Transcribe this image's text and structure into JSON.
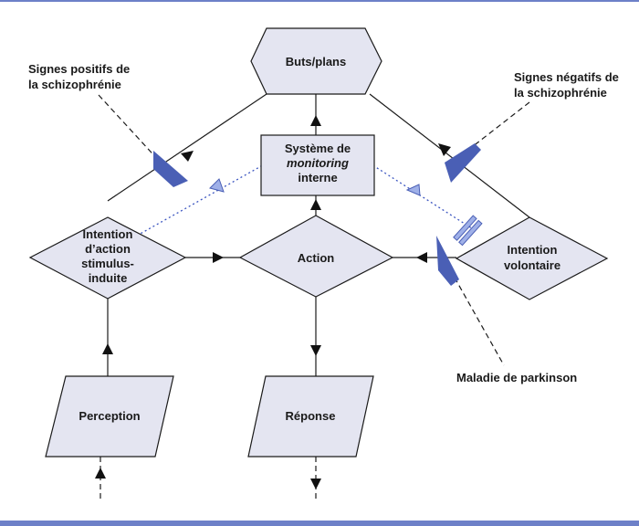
{
  "colors": {
    "frame": "#6d80c8",
    "node_fill": "#e4e5f1",
    "lesion": "#4a5fb5",
    "feedback": "#3b55c0"
  },
  "nodes": {
    "goals": "Buts/plans",
    "monitoring_line1": "Système de",
    "monitoring_line2": "monitoring",
    "monitoring_line3": "interne",
    "stimulus_intention_line1": "Intention",
    "stimulus_intention_line2": "d’action",
    "stimulus_intention_line3": "stimulus-",
    "stimulus_intention_line4": "induite",
    "action": "Action",
    "voluntary_intention_line1": "Intention",
    "voluntary_intention_line2": "volontaire",
    "perception": "Perception",
    "response": "Réponse"
  },
  "annotations": {
    "positive_line1": "Signes positifs de",
    "positive_line2": "la schizophrénie",
    "negative_line1": "Signes négatifs de",
    "negative_line2": "la schizophrénie",
    "parkinson": "Maladie de parkinson"
  }
}
